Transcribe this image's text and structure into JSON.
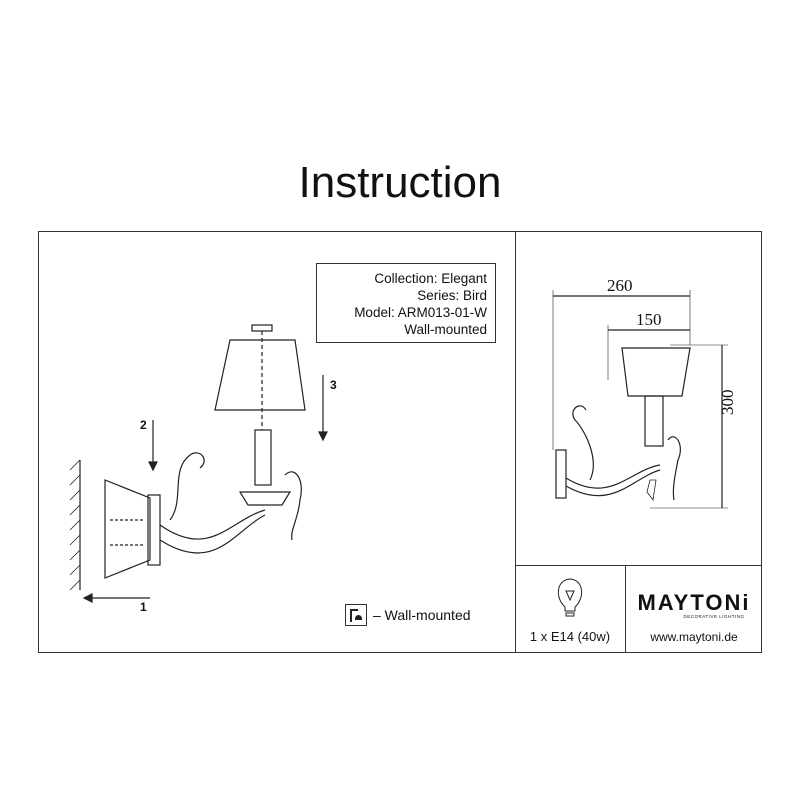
{
  "title": "Instruction",
  "info": {
    "collection": "Collection: Elegant",
    "series": "Series: Bird",
    "model": "Model: ARM013-01-W",
    "mount": "Wall-mounted"
  },
  "steps": [
    "1",
    "2",
    "3"
  ],
  "legend": {
    "text": "– Wall-mounted"
  },
  "dimensions": {
    "width_total": "260",
    "width_shade": "150",
    "height": "300"
  },
  "bulb": {
    "text": "1 x E14 (40w)"
  },
  "brand": {
    "name": "MAYTONi",
    "tagline": "DECORATIVE LIGHTING",
    "url": "www.maytoni.de"
  }
}
